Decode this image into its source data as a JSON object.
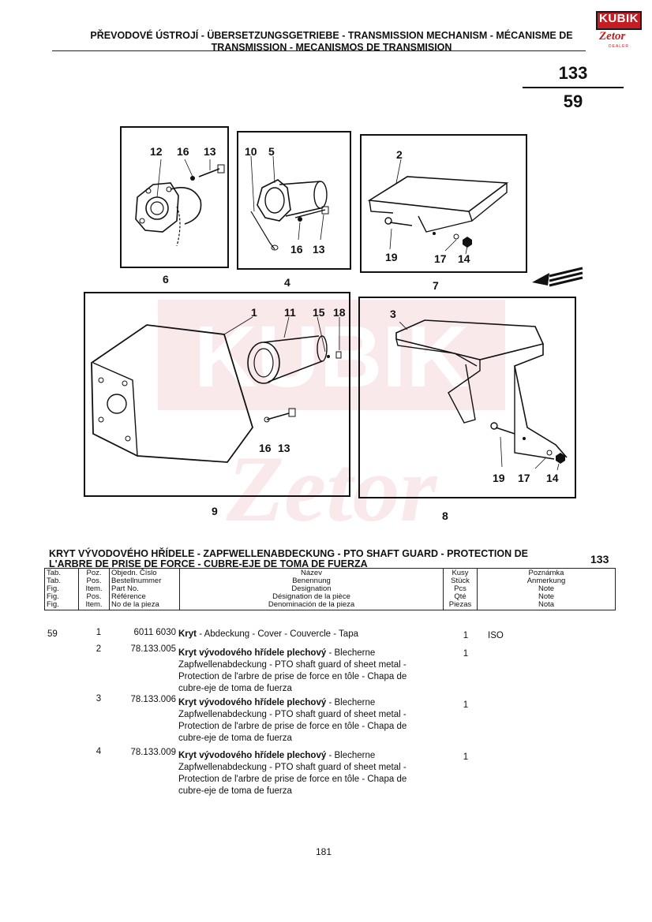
{
  "header": {
    "line1": "PŘEVODOVÉ ÚSTROJÍ - ÜBERSETZUNGSGETRIEBE - TRANSMISSION MECHANISM - MÉCANISME DE",
    "line2": "TRANSMISSION - MECANISMOS DE TRANSMISION"
  },
  "logo": {
    "brand": "KUBIK",
    "make": "Zetor",
    "sub": "DEALER"
  },
  "page_ref": {
    "group": "133",
    "table": "59"
  },
  "watermark": {
    "brand": "KUBIK",
    "make": "Zetor"
  },
  "callouts": {
    "a": [
      "12",
      "16",
      "13",
      "6"
    ],
    "b": [
      "10",
      "5",
      "16",
      "13",
      "4"
    ],
    "c": [
      "2",
      "19",
      "17",
      "14",
      "7"
    ],
    "d": [
      "1",
      "11",
      "15",
      "18",
      "16",
      "13",
      "9"
    ],
    "e": [
      "3",
      "19",
      "17",
      "14",
      "8"
    ]
  },
  "section": {
    "title_line1": "KRYT VÝVODOVÉHO HŘÍDELE - ZAPFWELLENABDECKUNG - PTO SHAFT GUARD - PROTECTION DE",
    "title_line2": "L'ARBRE DE PRISE DE FORCE - CUBRE-EJE DE TOMA DE FUERZA",
    "number": "133"
  },
  "table_header": {
    "tab": [
      "Tab.",
      "Tab.",
      "Fig.",
      "Fig.",
      "Fig."
    ],
    "pos": [
      "Poz.",
      "Pos.",
      "Item.",
      "Pos.",
      "Item."
    ],
    "part": [
      "Objedn. Číslo",
      "Bestellnummer",
      "Part No.",
      "Référence",
      "No de la pieza"
    ],
    "name": [
      "Název",
      "Benennung",
      "Designation",
      "Désignation de la pièce",
      "Denominación de la pieza"
    ],
    "qty": [
      "Kusy",
      "Stück",
      "Pcs",
      "Qté",
      "Piezas"
    ],
    "note": [
      "Poznámka",
      "Anmerkung",
      "Note",
      "Note",
      "Nota"
    ]
  },
  "rows": [
    {
      "tab": "59",
      "pos": "1",
      "part": "6011 6030",
      "name_bold": "Kryt",
      "name_rest": " - Abdeckung - Cover - Couvercle - Tapa",
      "lines": [],
      "qty": "1",
      "note": "ISO"
    },
    {
      "tab": "",
      "pos": "2",
      "part": "78.133.005",
      "name_bold": "Kryt vývodového hřídele plechový",
      "name_rest": " - Blecherne",
      "lines": [
        "Zapfwellenabdeckung - PTO shaft guard of sheet metal -",
        "Protection de l'arbre de prise de force en tôle - Chapa de",
        "cubre-eje de toma de fuerza"
      ],
      "qty": "1",
      "note": ""
    },
    {
      "tab": "",
      "pos": "3",
      "part": "78.133.006",
      "name_bold": "Kryt vývodového hřídele plechový",
      "name_rest": " - Blecherne",
      "lines": [
        "Zapfwellenabdeckung - PTO shaft guard of sheet metal -",
        "Protection de l'arbre de prise de force en tôle - Chapa de",
        "cubre-eje de toma de fuerza"
      ],
      "qty": "1",
      "note": ""
    },
    {
      "tab": "",
      "pos": "4",
      "part": "78.133.009",
      "name_bold": "Kryt vývodového hřídele plechový",
      "name_rest": " - Blecherne",
      "lines": [
        "Zapfwellenabdeckung - PTO shaft guard of sheet metal -",
        "Protection de l'arbre de prise de force en tôle - Chapa de",
        "cubre-eje de toma de fuerza"
      ],
      "qty": "1",
      "note": ""
    }
  ],
  "footer": {
    "page_number": "181"
  }
}
